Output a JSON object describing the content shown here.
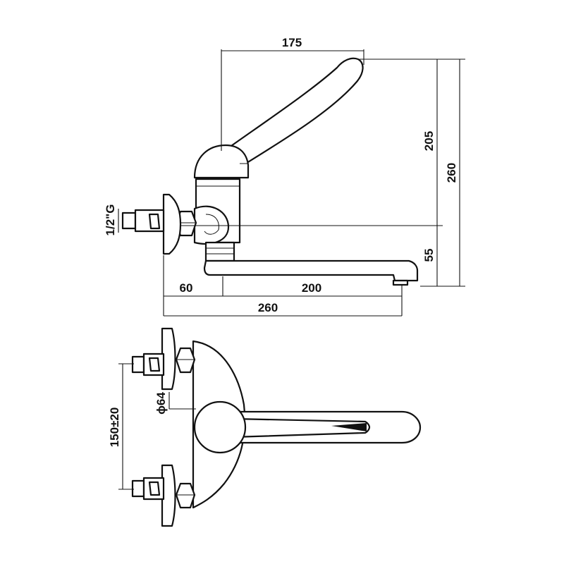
{
  "dimensions": {
    "handle_reach": "175",
    "lever_height": "205",
    "total_height": "260",
    "spout_height": "55",
    "wall_offset": "60",
    "spout_length": "200",
    "total_length": "260",
    "inlet_thread": "1/2\"G",
    "body_diameter": "ϕ64",
    "inlet_spacing": "150±20"
  },
  "colors": {
    "line": "#111111",
    "background": "#ffffff"
  }
}
